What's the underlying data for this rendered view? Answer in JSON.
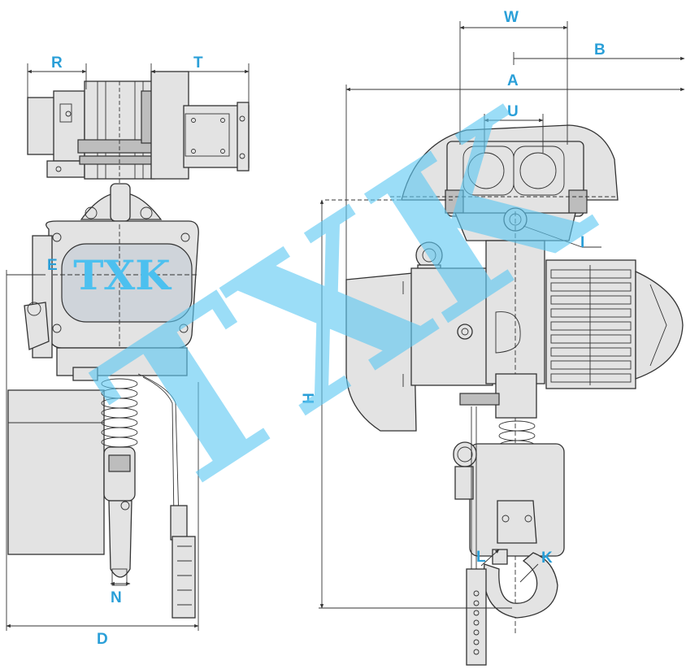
{
  "labels": {
    "R": "R",
    "T": "T",
    "E": "E",
    "N": "N",
    "D": "D",
    "W": "W",
    "B": "B",
    "A": "A",
    "U": "U",
    "I": "I",
    "H": "H",
    "K": "K",
    "L": "L"
  },
  "brand": {
    "logo_text": "TXK",
    "watermark": "TXK"
  },
  "colors": {
    "dimension_label": "#2a9fd8",
    "watermark": "#5ec8f2",
    "line": "#333333",
    "body_fill": "#e3e3e3"
  }
}
